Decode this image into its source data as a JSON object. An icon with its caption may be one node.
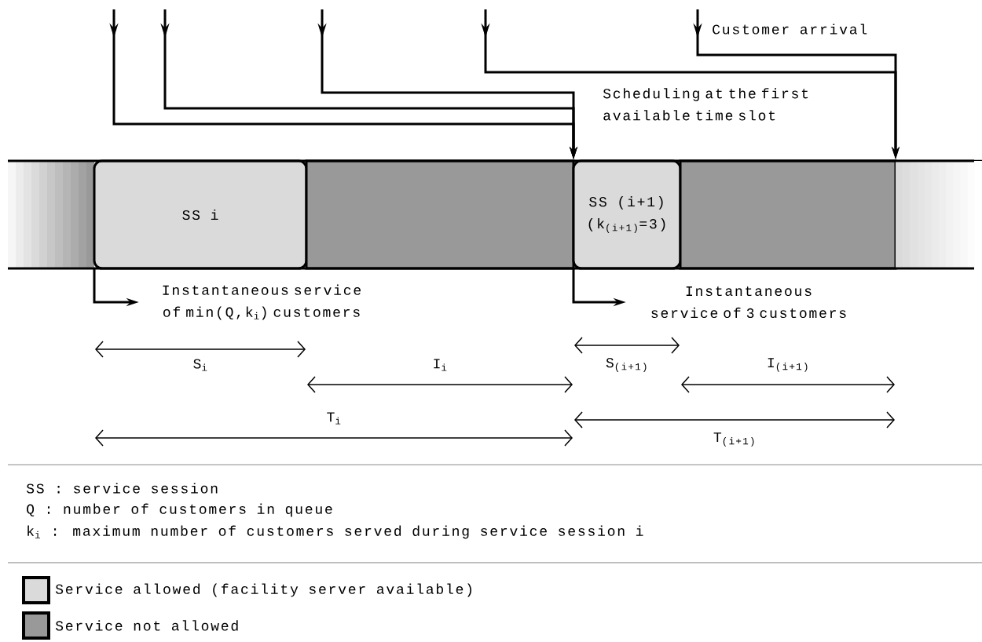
{
  "diagram": {
    "nodes": [
      {
        "text": [],
        "shape": "bar"
      },
      {
        "text": [
          "SS i"
        ]
      },
      {
        "text": [],
        "shape": "bar"
      },
      {
        "text": [
          "SS (i+1)",
          "(k$_{(i+1)}$=3)"
        ]
      },
      {
        "text": [],
        "shape": "bar"
      },
      {
        "text": [],
        "shape": "bar"
      },
      {
        "text": [
          "Instantaneous service of min(Q,k$_{i}$) customers"
        ]
      },
      {
        "text": [
          "Instantaneous service of 3 customers"
        ]
      }
    ],
    "edges": [
      {
        "from": null,
        "to": 3,
        "arrow": "to"
      },
      {
        "from": null,
        "to": 3,
        "arrow": "to"
      },
      {
        "from": null,
        "to": 3,
        "arrow": "to"
      },
      {
        "from": null,
        "to": 5,
        "arrow": "to"
      },
      {
        "from": null,
        "to": 5,
        "arrow": "to"
      },
      {
        "from": 1,
        "to": 6,
        "arrow": "to"
      },
      {
        "from": 3,
        "to": 7,
        "arrow": "to"
      }
    ],
    "labels": [
      "Customer arrival",
      "Scheduling at the first available time slot",
      "S$_{i}$",
      "I$_{i}$",
      "S$_{(i+1)}$",
      "I$_{(i+1)}$",
      "T$_{i}$",
      "T$_{(i+1)}$",
      "SS : service session",
      "Q  : number of customers in queue",
      "k$_{i}$ : maximum number of customers served during service session i"
    ],
    "legend": [
      {
        "text": "Service allowed (facility server available)",
        "color": "#dadada"
      },
      {
        "text": "Service not allowed",
        "color": "#999999"
      }
    ]
  }
}
